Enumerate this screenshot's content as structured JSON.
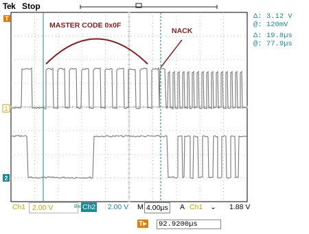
{
  "header": {
    "brand": "Tek",
    "state": "Stop"
  },
  "cursor_readout": {
    "delta_v_symbol": "Δ:",
    "delta_v_value": "3.12 V",
    "at_v_symbol": "@:",
    "at_v_value": "120mV",
    "delta_t_symbol": "Δ:",
    "delta_t_value": "19.8µs",
    "at_t_symbol": "@:",
    "at_t_value": "77.9µs"
  },
  "annotations": {
    "master_code": "MASTER CODE 0x0F",
    "nack": "NACK"
  },
  "channel_markers": {
    "ch1": "1",
    "ch2": "2",
    "trigger": "T"
  },
  "bottom_bar": {
    "ch1_label": "Ch1",
    "ch1_scale": "2.00 V",
    "bw_symbol": "Bw",
    "ch2_label": "Ch2",
    "ch2_scale": "2.00 V",
    "m_label": "M",
    "timebase": "4.00µs",
    "trigger_mode": "A",
    "trigger_source": "Ch1",
    "trigger_slope": "⌄",
    "trigger_level": "1.88 V"
  },
  "trigger_position": {
    "label": "T▸",
    "value": "92.9200µs"
  },
  "colors": {
    "trace": "#777777",
    "grid": "#b0b0b0",
    "cursor": "#1a8a96",
    "ch1_marker": "#c8a800",
    "ch2_marker": "#1a8a96",
    "annotation": "#8b1a1a",
    "trigger_marker": "#e87a00"
  }
}
